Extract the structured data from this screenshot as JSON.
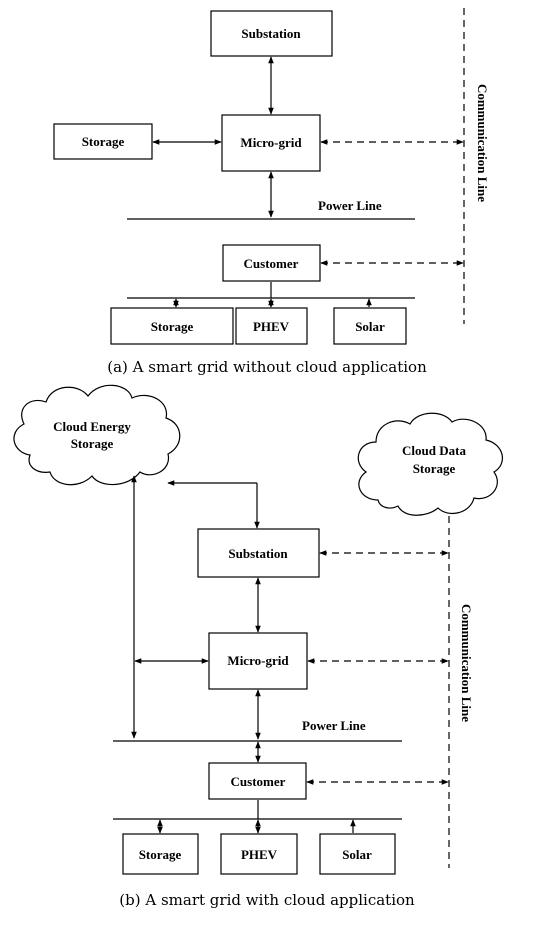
{
  "diagram_a": {
    "caption": "(a) A smart grid without cloud application",
    "substation": "Substation",
    "micro_grid": "Micro-grid",
    "storage": "Storage",
    "power_line": "Power Line",
    "customer": "Customer",
    "storage_bottom": "Storage",
    "phev": "PHEV",
    "solar": "Solar",
    "communication_line": "Communication Line"
  },
  "diagram_b": {
    "caption": "(b) A smart grid with cloud application",
    "cloud_energy_line1": "Cloud Energy",
    "cloud_energy_line2": "Storage",
    "cloud_data_line1": "Cloud Data",
    "cloud_data_line2": "Storage",
    "substation": "Substation",
    "micro_grid": "Micro-grid",
    "power_line": "Power Line",
    "customer": "Customer",
    "storage_bottom": "Storage",
    "phev": "PHEV",
    "solar": "Solar",
    "communication_line": "Communication Line"
  }
}
